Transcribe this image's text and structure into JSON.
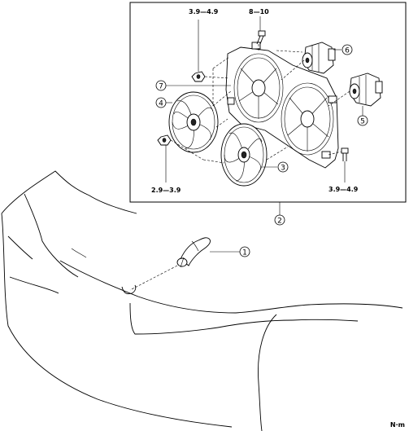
{
  "callouts": [
    {
      "id": "1",
      "text": "1"
    },
    {
      "id": "2",
      "text": "2"
    },
    {
      "id": "3",
      "text": "3"
    },
    {
      "id": "4",
      "text": "4"
    },
    {
      "id": "5",
      "text": "5"
    },
    {
      "id": "6",
      "text": "6"
    },
    {
      "id": "7",
      "text": "7"
    }
  ],
  "torque_labels": {
    "top_left": "3.9—4.9",
    "top_center": "8—10",
    "bottom_left": "2.9—3.9",
    "bottom_right": "3.9—4.9"
  },
  "unit": "N·m"
}
